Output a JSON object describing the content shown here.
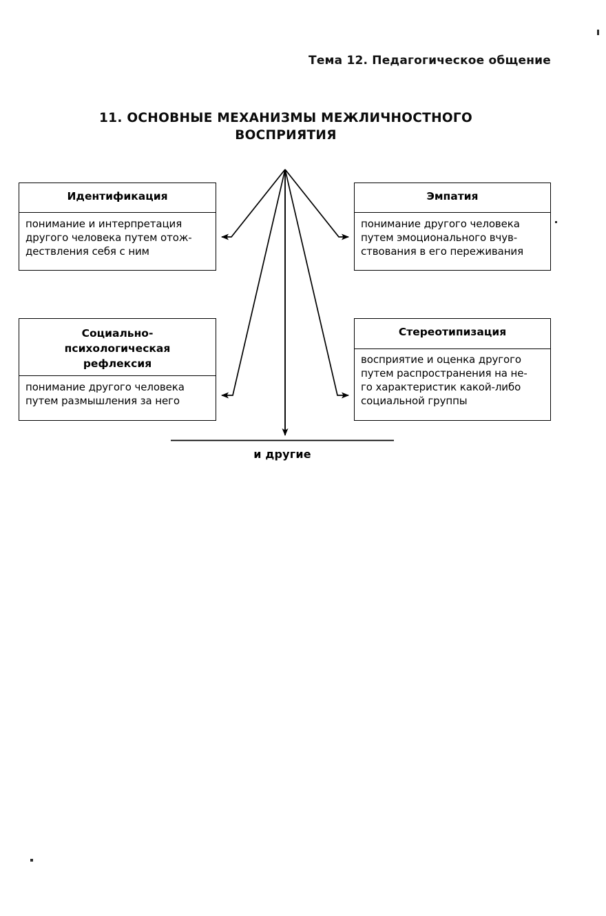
{
  "page": {
    "running_head": "Тема 12. Педагогическое общение",
    "title_lines": [
      "11. ОСНОВНЫЕ МЕХАНИЗМЫ МЕЖЛИЧНОСТНОГО",
      "ВОСПРИЯТИЯ"
    ],
    "bottom_label": "и другие",
    "ink_color": "#000000",
    "paper_color": "#ffffff"
  },
  "diagram": {
    "type": "radial-fan",
    "nodes": [
      {
        "id": "identification",
        "title_lines": [
          "Идентификация"
        ],
        "body_lines": [
          "понимание и интерпретация",
          "другого человека путем отож-",
          "дествления себя с ним"
        ]
      },
      {
        "id": "empathy",
        "title_lines": [
          "Эмпатия"
        ],
        "body_lines": [
          "понимание другого  человека",
          "путем эмоционального вчув-",
          "ствования в его переживания"
        ]
      },
      {
        "id": "reflection",
        "title_lines": [
          "Социально-",
          "психологическая",
          "рефлексия"
        ],
        "body_lines": [
          "понимание другого человека",
          "путем размышления за него"
        ]
      },
      {
        "id": "stereotyping",
        "title_lines": [
          "Стереотипизация"
        ],
        "body_lines": [
          "восприятие и оценка другого",
          "путем распространения на не-",
          "го характеристик какой-либо",
          "социальной группы"
        ]
      }
    ]
  }
}
